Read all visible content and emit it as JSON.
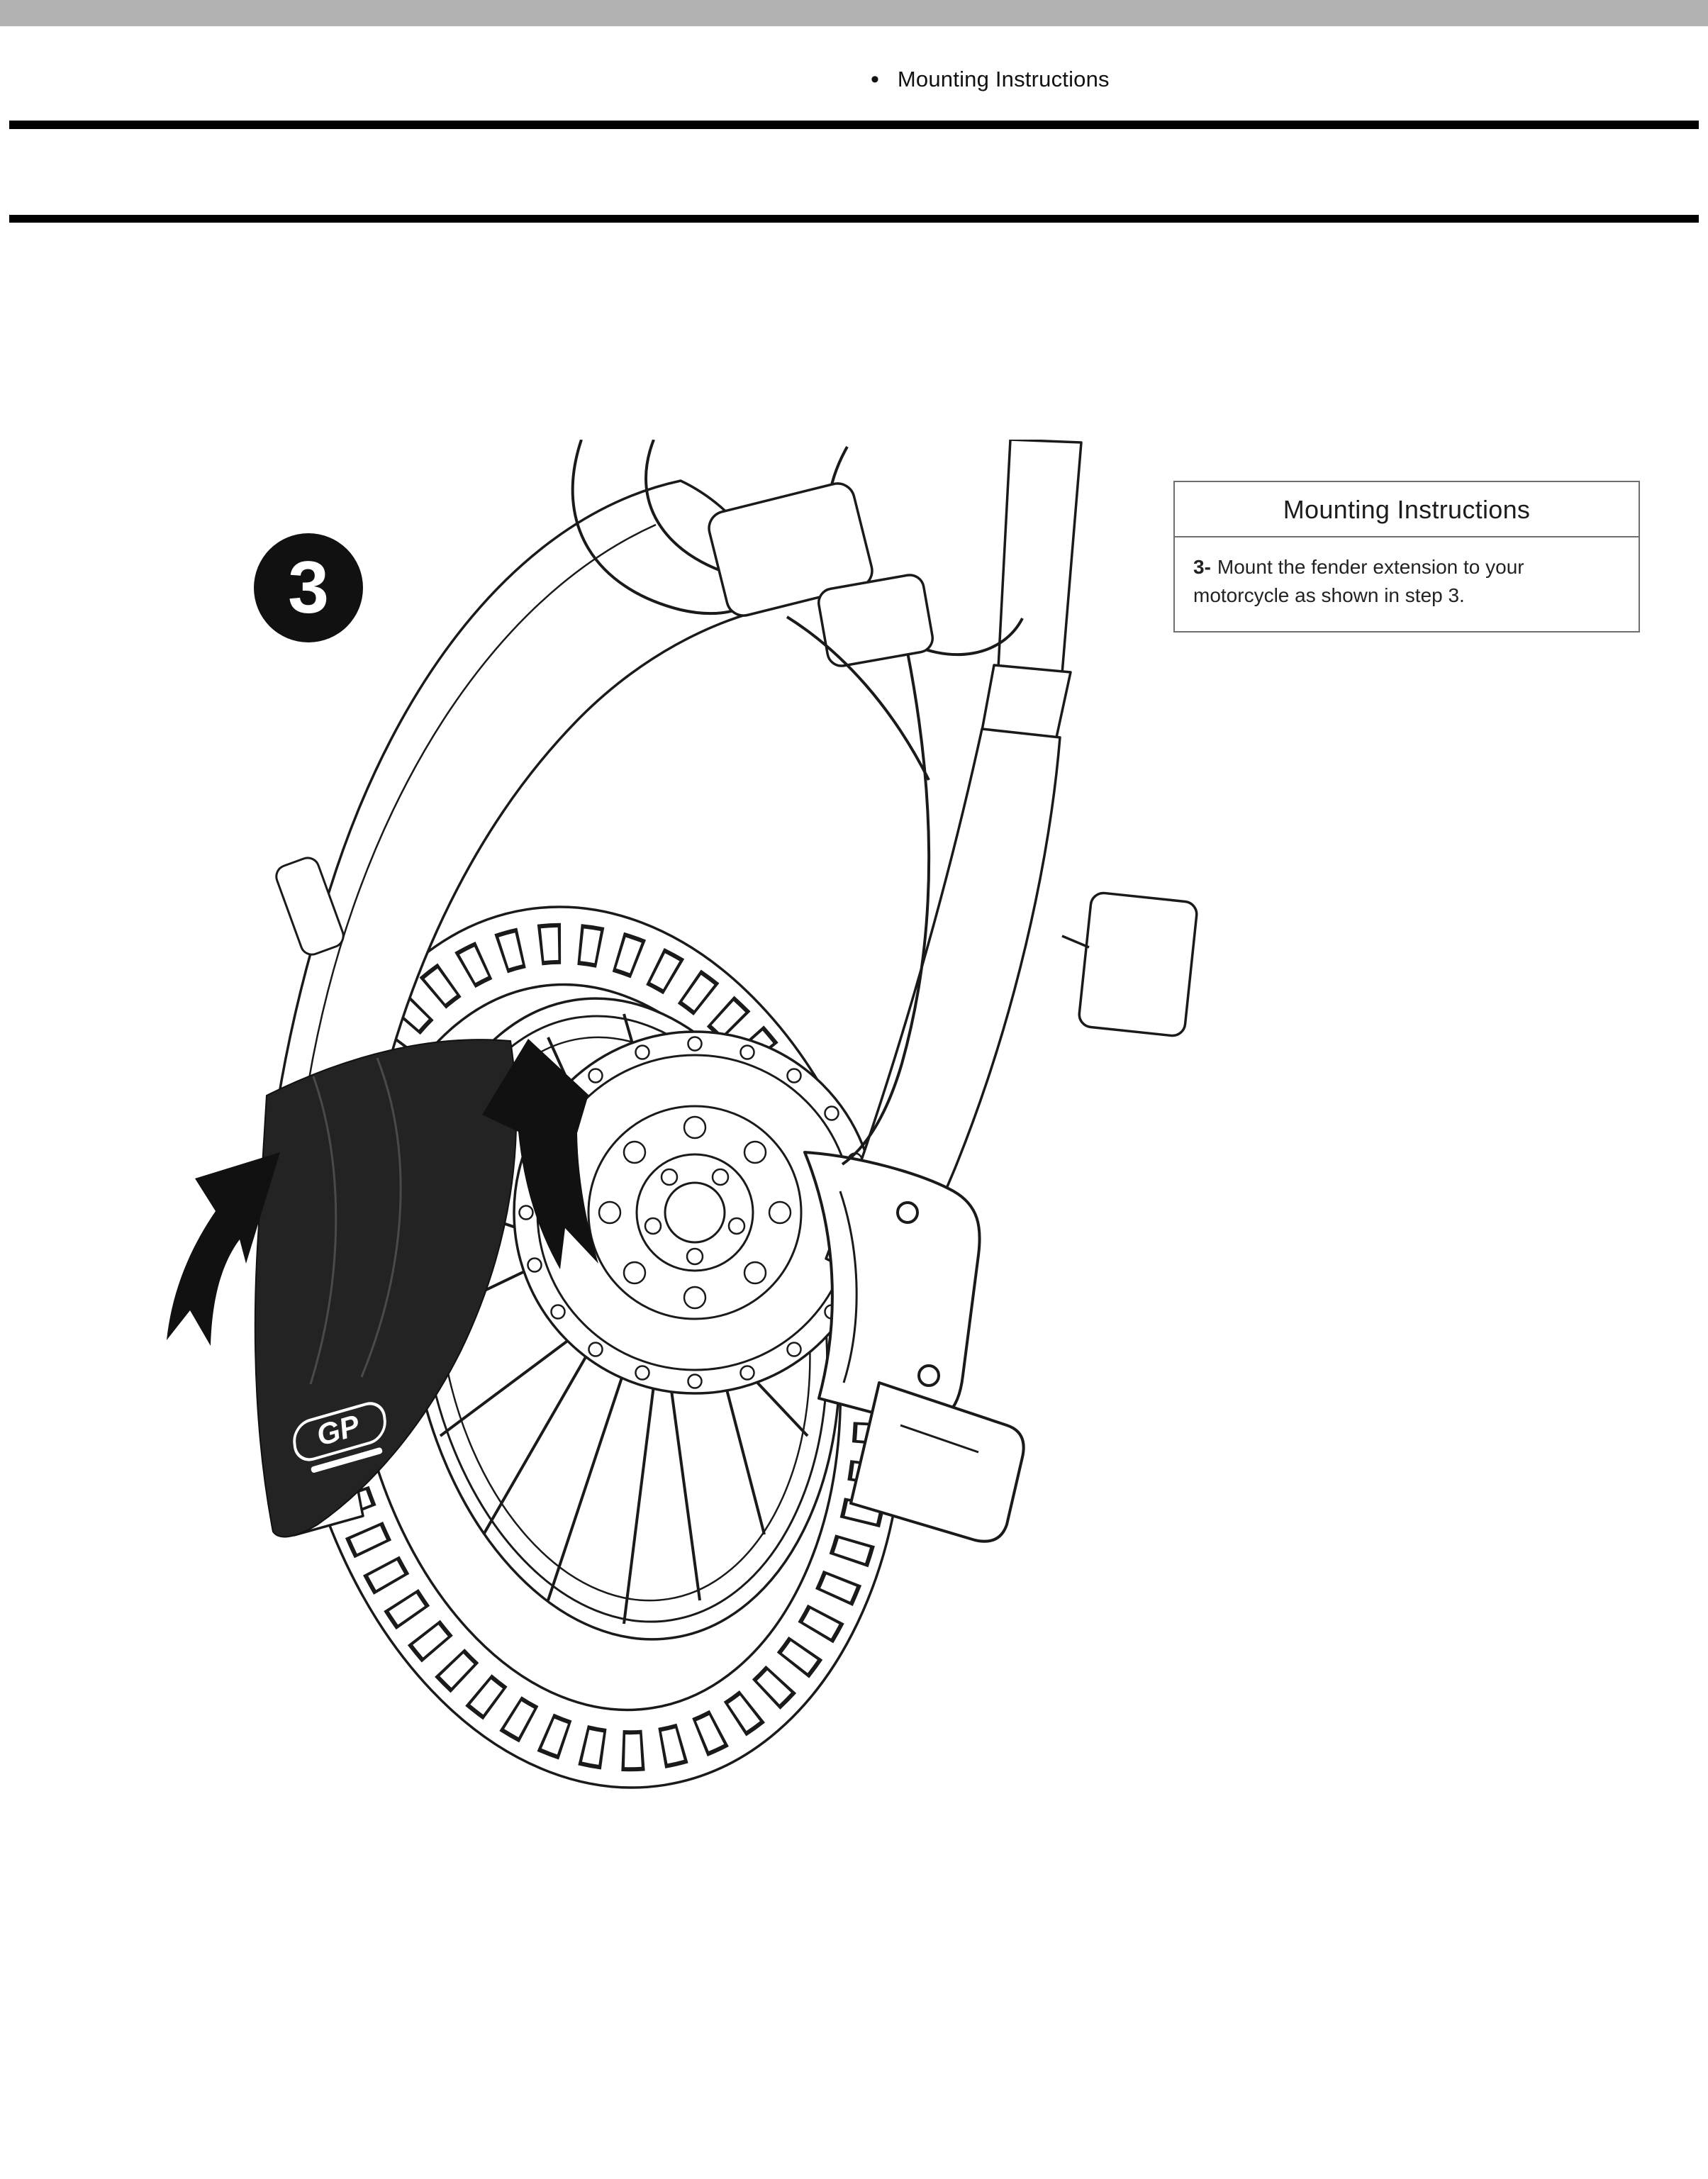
{
  "header": {
    "bullet": "•",
    "list_item": "Mounting Instructions"
  },
  "panel": {
    "title": "Mounting Instructions",
    "step_label": "3-",
    "step_text": "Mount the fender extension to your motorcycle as shown in step 3."
  },
  "figure": {
    "step_badge": "3",
    "logo_text": "GP",
    "description": "Line drawing of a motorcycle front wheel: spoked wheel with knobby tire, brake disc and caliper, front fork, white front fender with black fender extension attached; two black arrows point at the extension."
  },
  "colors": {
    "top_bar": "#b2b2b2",
    "rule": "#000000",
    "badge_bg": "#111111",
    "extension": "#232323",
    "arrow": "#111111",
    "line_art": "#1a1a1a",
    "panel_border": "#6f6f6f"
  }
}
